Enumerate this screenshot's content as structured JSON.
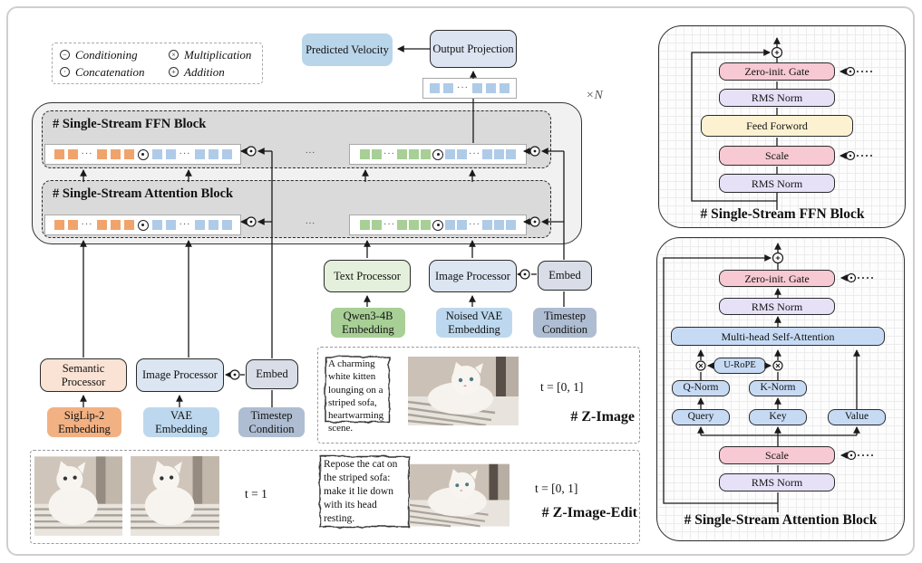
{
  "legend": {
    "items": [
      {
        "label": "Conditioning",
        "icon": "conditioning-icon"
      },
      {
        "label": "Multiplication",
        "icon": "multiplication-icon"
      },
      {
        "label": "Concatenation",
        "icon": "concatenation-icon"
      },
      {
        "label": "Addition",
        "icon": "addition-icon"
      }
    ]
  },
  "top": {
    "predicted_velocity": "Predicted Velocity",
    "output_projection": "Output Projection",
    "repeat": "×N"
  },
  "stream": {
    "ffn_title": "# Single-Stream FFN Block",
    "attention_title": "# Single-Stream Attention Block",
    "gap_dots": "···"
  },
  "token_colors": {
    "orange": "#F0A46C",
    "blue": "#AFCBE8",
    "green": "#A8CF96"
  },
  "token_rows": {
    "output_strip": [
      {
        "sq": "blue",
        "n": 2
      },
      {
        "dots": true
      },
      {
        "sq": "blue",
        "n": 3
      }
    ],
    "strip_left": [
      {
        "sq": "orange",
        "n": 2
      },
      {
        "dots": true
      },
      {
        "sq": "orange",
        "n": 3
      },
      {
        "op": true
      },
      {
        "sq": "blue",
        "n": 2
      },
      {
        "dots": true
      },
      {
        "sq": "blue",
        "n": 3
      }
    ],
    "strip_right": [
      {
        "sq": "green",
        "n": 2
      },
      {
        "dots": true
      },
      {
        "sq": "green",
        "n": 3
      },
      {
        "op": true
      },
      {
        "sq": "blue",
        "n": 2
      },
      {
        "dots": true
      },
      {
        "sq": "blue",
        "n": 3
      }
    ]
  },
  "processors": {
    "semantic_processor": "Semantic Processor",
    "siglip_embedding": "SigLip-2 Embedding",
    "image_processor_left": "Image Processor",
    "vae_embedding": "VAE Embedding",
    "embed_left": "Embed",
    "timestep_left": "Timestep Condition",
    "text_processor": "Text Processor",
    "qwen_embedding": "Qwen3-4B Embedding",
    "image_processor_mid": "Image Processor",
    "noised_vae_embedding": "Noised VAE Embedding",
    "embed_mid": "Embed",
    "timestep_mid": "Timestep Condition"
  },
  "z_image": {
    "prompt": "A charming white kitten lounging on a striped sofa, heartwarming scene.",
    "t": "t = [0, 1]",
    "title": "# Z-Image"
  },
  "z_image_edit": {
    "t_in": "t = 1",
    "prompt": "Repose the cat on the striped sofa: make it lie down with its head resting.",
    "t": "t = [0, 1]",
    "title": "# Z-Image-Edit"
  },
  "ffn_panel": {
    "title": "# Single-Stream FFN Block",
    "zero_gate": "Zero-init. Gate",
    "rms_top": "RMS Norm",
    "feed_forward": "Feed Forword",
    "scale": "Scale",
    "rms_bottom": "RMS Norm"
  },
  "attention_panel": {
    "title": "# Single-Stream Attention Block",
    "zero_gate": "Zero-init. Gate",
    "rms_top": "RMS Norm",
    "mhsa": "Multi-head Self-Attention",
    "urope": "U-RoPE",
    "q_norm": "Q-Norm",
    "k_norm": "K-Norm",
    "query": "Query",
    "key": "Key",
    "value": "Value",
    "scale": "Scale",
    "rms_bottom": "RMS Norm"
  }
}
